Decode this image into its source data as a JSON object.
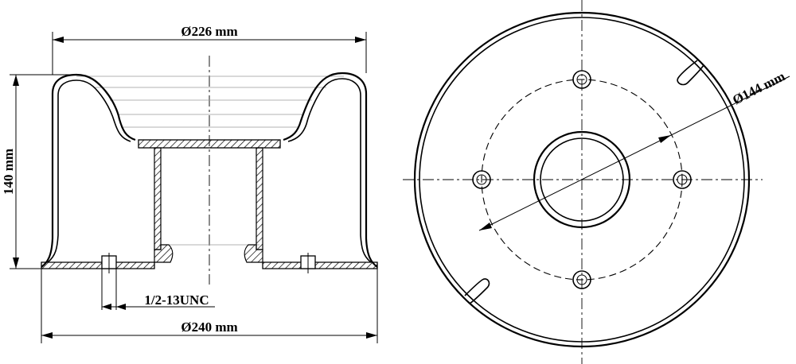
{
  "drawing": {
    "dimensions": {
      "top_diameter": "Ø226 mm",
      "height": "140 mm",
      "thread": "1/2-13UNC",
      "bottom_diameter": "Ø240 mm",
      "bolt_circle": "Ø144 mm"
    }
  }
}
